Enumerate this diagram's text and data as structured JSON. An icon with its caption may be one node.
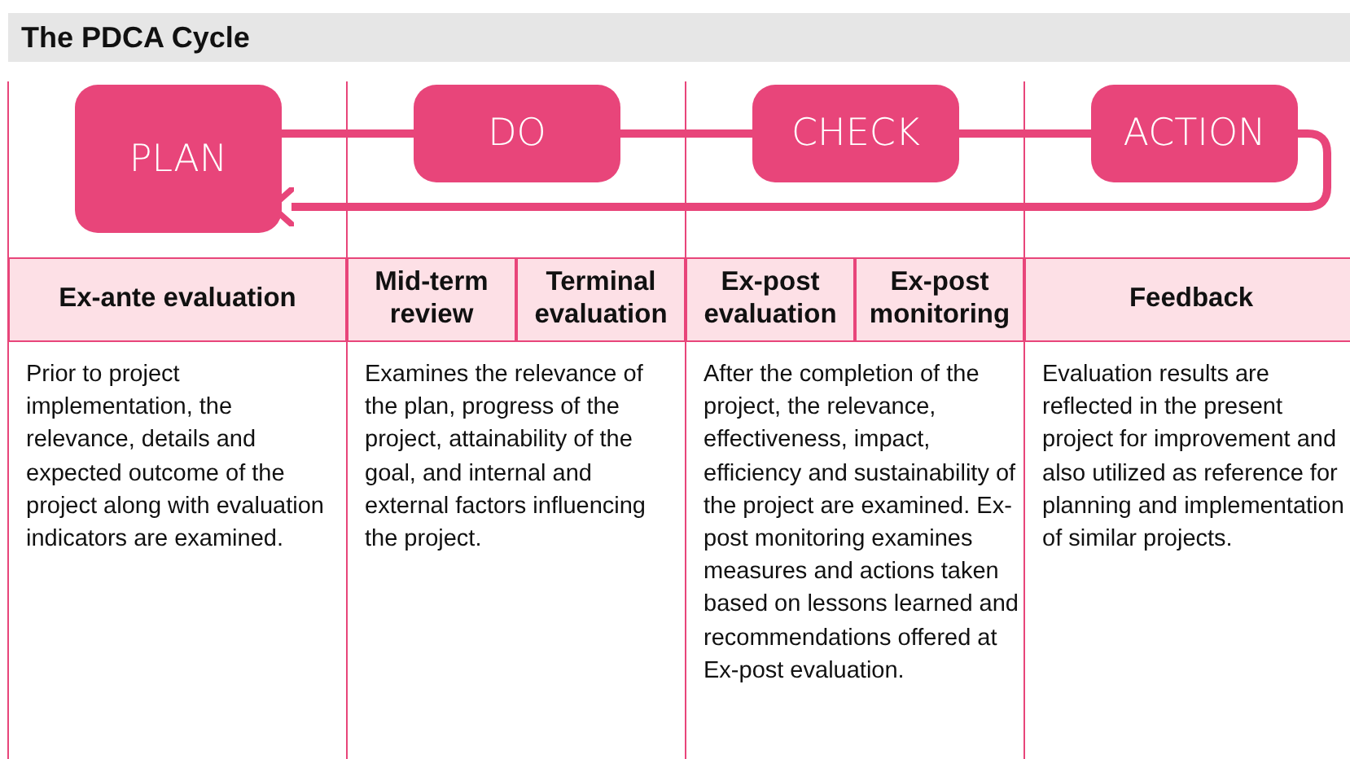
{
  "diagram": {
    "title": "The PDCA Cycle",
    "nodes": [
      {
        "text": [
          "PLAN"
        ]
      },
      {
        "text": [
          "DO"
        ]
      },
      {
        "text": [
          "CHECK"
        ]
      },
      {
        "text": [
          "ACTION"
        ]
      }
    ],
    "edges": [
      {
        "from": 0,
        "to": 1,
        "arrow": "none"
      },
      {
        "from": 1,
        "to": 2,
        "arrow": "none"
      },
      {
        "from": 2,
        "to": 3,
        "arrow": "none"
      },
      {
        "from": 3,
        "to": 0,
        "arrow": "to"
      }
    ],
    "labels": [
      "Ex-ante evaluation",
      "Mid-term review",
      "Terminal evaluation",
      "Ex-post evaluation",
      "Ex-post monitoring",
      "Feedback",
      "Prior to project implementation, the relevance, details and expected outcome of the project along with evaluation indicators are examined.",
      "Examines the relevance of the plan, progress of the project, attainability of the goal, and internal and external factors influencing the project.",
      "After the completion of the project, the relevance, effectiveness, impact, efficiency and sustainability of the project are examined. Ex-post monitoring examines measures and actions taken based on lessons learned and recommendations offered at Ex-post evaluation.",
      "Evaluation results are reflected in the present project for improvement and also utilized as reference for planning and implementation of similar projects."
    ]
  }
}
